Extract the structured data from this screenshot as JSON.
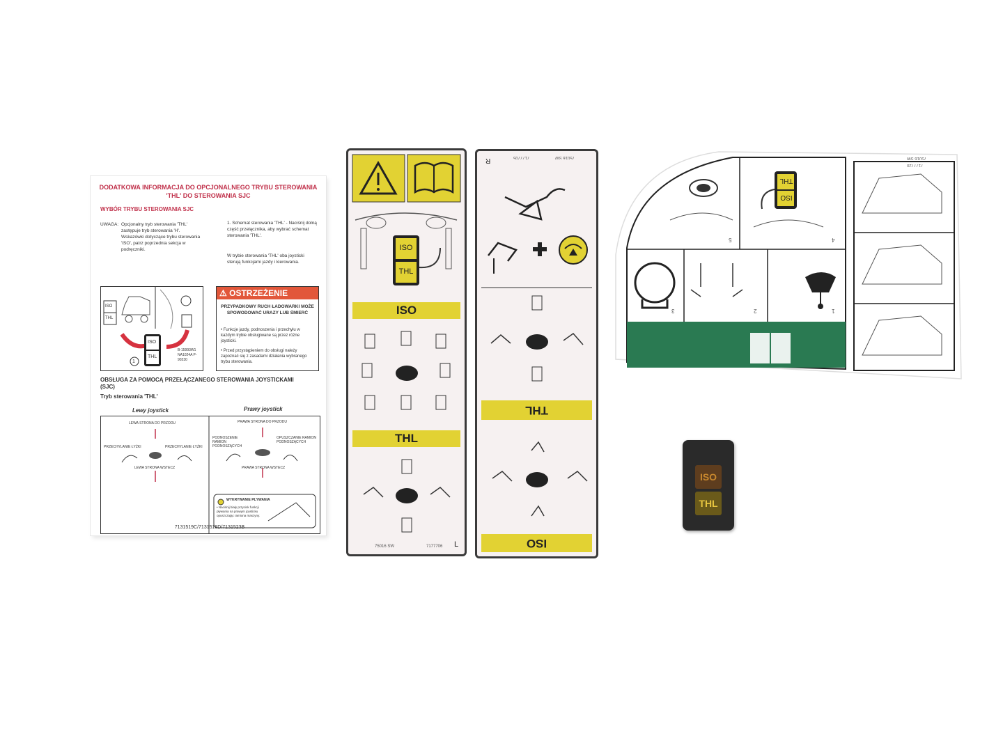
{
  "sheet": {
    "header": "DODATKOWA INFORMACJA DO OPCJONALNEGO TRYBU STEROWANIA 'THL' DO STEROWANIA SJC",
    "subheader": "WYBÓR TRYBU STEROWANIA SJC",
    "note_label": "UWAGA:",
    "note_text": "Opcjonalny tryb sterowania 'THL' zastępuje tryb sterowania 'H'. Wskazówki dotyczące trybu sterowania 'ISO', patrz poprzednia sekcja w podręczniki.",
    "step1": "1. Schemat sterowania 'THL' - Naciśnij dolną część przełącznika, aby wybrać schemat sterowania 'THL'.",
    "step2": "W trybie sterowania 'THL' oba joysticki sterują funkcjami jazdy i kierowania.",
    "warning_title": "OSTRZEŻENIE",
    "warning_text": "PRZYPADKOWY RUCH ŁADOWARKI MOŻE SPOWODOWAĆ URAZY LUB ŚMIERĆ",
    "warning_b1": "• Funkcje jazdy, podnoszenia i przechyłu w każdym trybie obsługiwane są przez różne joysticki.",
    "warning_b2": "• Przed przystąpieniem do obsługi należy zapoznać się z zasadami działania wybranego trybu sterowania.",
    "fig_codes": "B-15993W1 NA1024A P-90230",
    "fig_num": "1",
    "iso": "ISO",
    "thl": "THL",
    "section2": "OBSŁUGA ZA POMOCĄ PRZEŁĄCZANEGO STEROWANIA JOYSTICKAMI (SJC)",
    "mode": "Tryb sterowania 'THL'",
    "left_js": "Lewy joystick",
    "right_js": "Prawy joystick",
    "l_top": "LEWA STRONA DO PRZODU",
    "l_left": "PRZECHYLANIE ŁYŻKI",
    "l_right": "PRZECHYLANIE ŁYŻKI",
    "l_bottom": "LEWA STRONA WSTECZ",
    "r_top": "PRAWA STRONA DO PRZODU",
    "r_left": "PODNOSZENIE RAMION PODNOSZĄCYCH",
    "r_right": "OPUSZCZANIE RAMION PODNOSZĄCYCH",
    "r_bottom": "PRAWA STRONA WSTECZ",
    "float_title": "WYKRYWANIE PŁYWANIA",
    "float_text": "• Naciśnij biały przycisk funkcji pływania na prawym joysticku opuszczając ramiona maszyny.",
    "part_no": "7131519C/7131518D/7131523B"
  },
  "label_left": {
    "iso": "ISO",
    "thl": "THL",
    "sw_iso": "ISO",
    "sw_thl": "THL",
    "code1": "75016 SW",
    "code2": "7177706",
    "side": "L"
  },
  "label_right": {
    "thl": "THL",
    "iso": "ISO",
    "code1": "75016 SW",
    "code2": "7177705",
    "side": "R"
  },
  "decal": {
    "code1": "75016 SW",
    "code2": "7177720",
    "sw_iso": "ISO",
    "sw_thl": "THL",
    "n1": "1",
    "n2": "2",
    "n3": "3",
    "n4": "4",
    "n5": "5"
  },
  "switch": {
    "iso": "ISO",
    "thl": "THL"
  },
  "colors": {
    "yellow": "#e2d233",
    "green": "#2a7a52",
    "red": "#c0304a",
    "orange": "#e2573a"
  }
}
